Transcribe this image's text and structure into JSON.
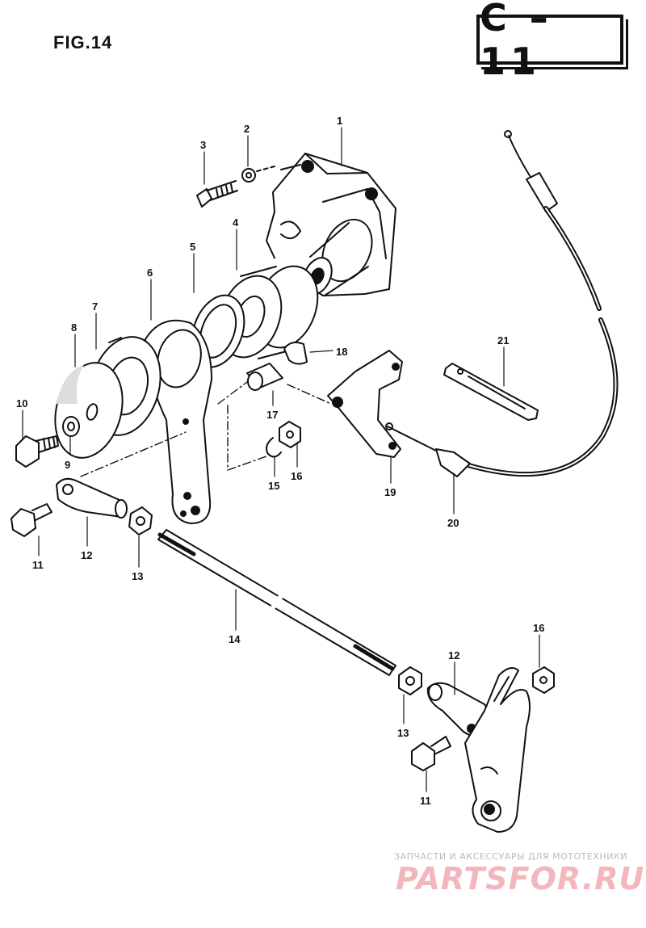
{
  "figure": {
    "title": "FIG.14",
    "code": "C – 11"
  },
  "callouts": [
    {
      "id": "c1",
      "text": "1"
    },
    {
      "id": "c2",
      "text": "2"
    },
    {
      "id": "c3",
      "text": "3"
    },
    {
      "id": "c4",
      "text": "4"
    },
    {
      "id": "c5",
      "text": "5"
    },
    {
      "id": "c6",
      "text": "6"
    },
    {
      "id": "c7",
      "text": "7"
    },
    {
      "id": "c8",
      "text": "8"
    },
    {
      "id": "c9",
      "text": "9"
    },
    {
      "id": "c10",
      "text": "10"
    },
    {
      "id": "c11a",
      "text": "11"
    },
    {
      "id": "c12a",
      "text": "12"
    },
    {
      "id": "c13a",
      "text": "13"
    },
    {
      "id": "c14",
      "text": "14"
    },
    {
      "id": "c15",
      "text": "15"
    },
    {
      "id": "c16a",
      "text": "16"
    },
    {
      "id": "c17",
      "text": "17"
    },
    {
      "id": "c18",
      "text": "18"
    },
    {
      "id": "c19",
      "text": "19"
    },
    {
      "id": "c20",
      "text": "20"
    },
    {
      "id": "c21",
      "text": "21"
    },
    {
      "id": "c16b",
      "text": "16"
    },
    {
      "id": "c12b",
      "text": "12"
    },
    {
      "id": "c13b",
      "text": "13"
    },
    {
      "id": "c11b",
      "text": "11"
    }
  ],
  "watermark": {
    "tagline": "ЗАПЧАСТИ И АКСЕССУАРЫ ДЛЯ МОТОТЕХНИКИ",
    "brand": "PARTSFOR.RU"
  },
  "colors": {
    "ink": "#111111",
    "watermark": "#f4b6bd"
  }
}
